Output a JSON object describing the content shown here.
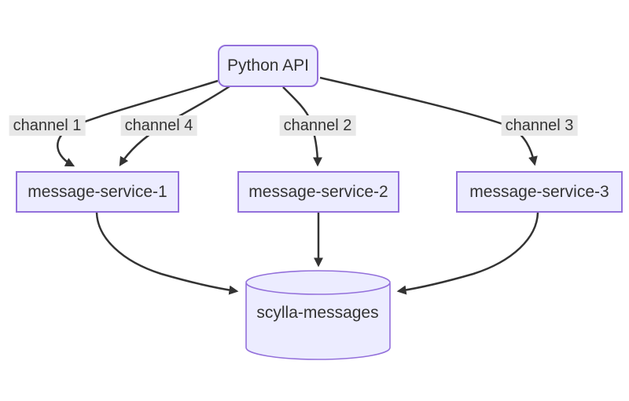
{
  "diagram": {
    "type": "flowchart",
    "direction": "top-down",
    "background": "#ffffff",
    "colors": {
      "node_fill": "#ECECFF",
      "node_border": "#9370DB",
      "edge_stroke": "#333333",
      "edge_label_background": "#e8e8e8",
      "text": "#333333"
    },
    "nodes": [
      {
        "id": "python-api",
        "label": "Python API",
        "shape": "rounded-rectangle"
      },
      {
        "id": "message-service-1",
        "label": "message-service-1",
        "shape": "rectangle"
      },
      {
        "id": "message-service-2",
        "label": "message-service-2",
        "shape": "rectangle"
      },
      {
        "id": "message-service-3",
        "label": "message-service-3",
        "shape": "rectangle"
      },
      {
        "id": "scylla-messages",
        "label": "scylla-messages",
        "shape": "cylinder"
      }
    ],
    "edges": [
      {
        "from": "Python API",
        "to": "message-service-1",
        "label": "channel 1"
      },
      {
        "from": "Python API",
        "to": "message-service-1",
        "label": "channel 4"
      },
      {
        "from": "Python API",
        "to": "message-service-2",
        "label": "channel 2"
      },
      {
        "from": "Python API",
        "to": "message-service-3",
        "label": "channel 3"
      },
      {
        "from": "message-service-1",
        "to": "scylla-messages",
        "label": ""
      },
      {
        "from": "message-service-2",
        "to": "scylla-messages",
        "label": ""
      },
      {
        "from": "message-service-3",
        "to": "scylla-messages",
        "label": ""
      }
    ]
  }
}
